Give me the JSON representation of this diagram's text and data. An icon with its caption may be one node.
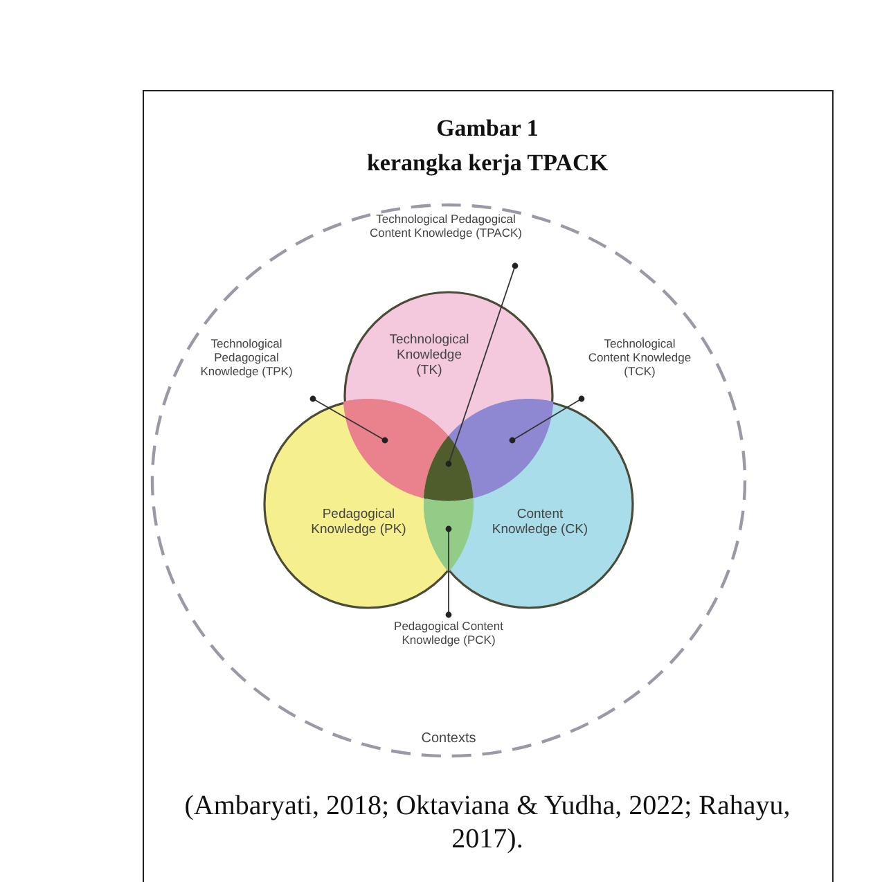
{
  "diagram": {
    "title": "Gambar 1",
    "caption": "(Ambaryati, 2018; Oktaviana & Yudha, 2022; Rahayu, 2017).",
    "labels": [
      "kerangka kerja TPACK"
    ],
    "nodes": [
      {
        "text": [
          "Contexts"
        ]
      },
      {
        "text": [
          "Technological Pedagogical Content Knowledge (TPACK)"
        ],
        "in": 0
      },
      {
        "text": [
          "Technological Pedagogical Knowledge (TPK)"
        ],
        "in": 0
      },
      {
        "text": [
          "Technological Knowledge (TK)"
        ],
        "in": 0
      },
      {
        "text": [
          "Technological Content Knowledge (TCK)"
        ],
        "in": 0
      },
      {
        "text": [
          "Pedagogical Knowledge (PK)"
        ],
        "in": 0
      },
      {
        "text": [
          "Content Knowledge (CK)"
        ],
        "in": 0
      },
      {
        "text": [
          "Pedagogical Content Knowledge (PCK)"
        ],
        "in": 0
      },
      {
        "text": [],
        "shape": "region"
      },
      {
        "text": [],
        "shape": "region"
      },
      {
        "text": [],
        "shape": "region"
      },
      {
        "text": [],
        "shape": "region"
      }
    ],
    "edges": [
      {
        "from": 1,
        "to": 10,
        "arrow": "other"
      },
      {
        "from": 2,
        "to": 8,
        "arrow": "other"
      },
      {
        "from": 4,
        "to": 9,
        "arrow": "other"
      },
      {
        "from": 7,
        "to": 11,
        "arrow": "other"
      }
    ]
  }
}
